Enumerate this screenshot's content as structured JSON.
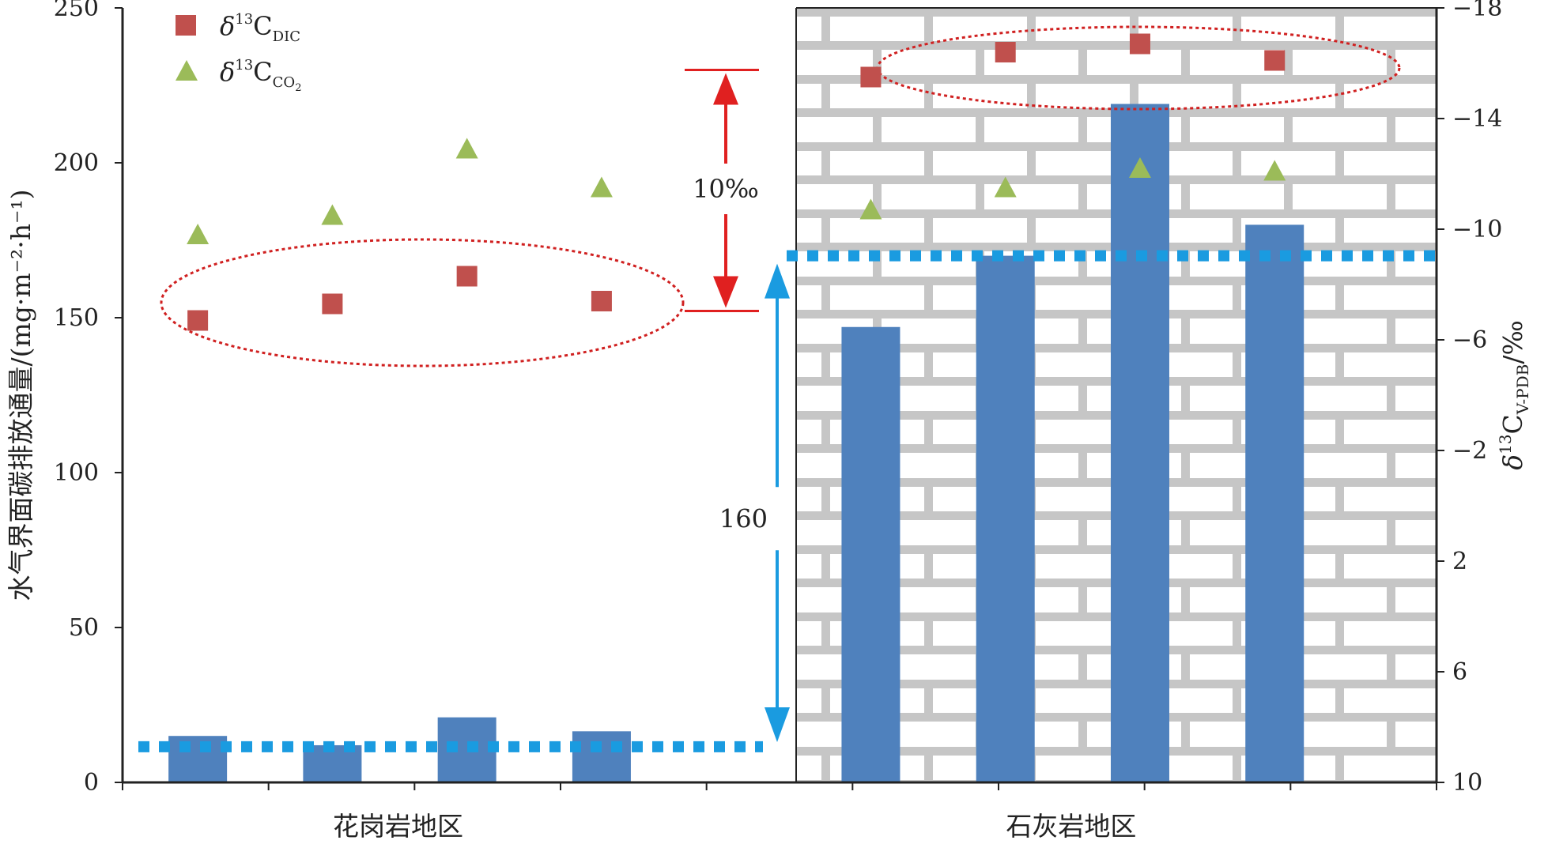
{
  "chart_data": {
    "type": "bar",
    "categories": [
      "花岗岩地区",
      "石灰岩地区"
    ],
    "groups": [
      {
        "name": "花岗岩地区",
        "positions": [
          1,
          2,
          3,
          4
        ]
      },
      {
        "name": "石灰岩地区",
        "positions": [
          6,
          7,
          8,
          9
        ]
      }
    ],
    "left_axis": {
      "label": "水气界面碳排放通量/(mg·m⁻²·h⁻¹)",
      "ylim": [
        0,
        250
      ],
      "ticks": [
        0,
        50,
        100,
        150,
        200,
        250
      ]
    },
    "right_axis": {
      "label_main": "δ",
      "label_sup": "13",
      "label_rest": "C",
      "label_sub": "V-PDB",
      "label_tail": "/‰",
      "ylim": [
        10,
        -18
      ],
      "inverted": true,
      "ticks": [
        10,
        6,
        2,
        -2,
        -6,
        -10,
        -14,
        -18
      ],
      "tick_labels": [
        "10",
        "6",
        "2",
        "−2",
        "−6",
        "−10",
        "−14",
        "−18"
      ]
    },
    "series": [
      {
        "name": "flux",
        "axis": "left",
        "kind": "bar",
        "color": "#4f81bd",
        "x": [
          1,
          2,
          3,
          4,
          6,
          7,
          8,
          9
        ],
        "values": [
          15,
          12,
          21,
          16.5,
          147,
          170,
          219,
          180
        ]
      },
      {
        "name": "δ13C DIC",
        "axis": "right",
        "kind": "square",
        "color": "#c0504d",
        "x": [
          1,
          2,
          3,
          4,
          6,
          7,
          8,
          9
        ],
        "values": [
          -6.7,
          -7.3,
          -8.3,
          -7.4,
          -15.5,
          -16.4,
          -16.7,
          -16.1
        ]
      },
      {
        "name": "δ13C CO2",
        "axis": "right",
        "kind": "triangle",
        "color": "#9bbb59",
        "x": [
          1,
          2,
          3,
          4,
          6,
          7,
          8,
          9
        ],
        "values": [
          -9.8,
          -10.5,
          -12.9,
          -11.5,
          -10.7,
          -11.5,
          -12.2,
          -12.1
        ]
      }
    ],
    "legend": {
      "position": "top-left",
      "items": [
        {
          "main": "δ",
          "sup": "13",
          "base": "C",
          "sub": "DIC",
          "color": "#c0504d",
          "marker": "square"
        },
        {
          "main": "δ",
          "sup": "13",
          "base": "C",
          "sub": "CO",
          "sub2": "2",
          "color": "#9bbb59",
          "marker": "triangle"
        }
      ]
    },
    "annotations": {
      "diff_isotope": {
        "text": "10‰",
        "from": -16.7,
        "to": -7.1,
        "color": "#e02020"
      },
      "diff_flux": {
        "text": "160",
        "from": 12,
        "to": 170,
        "color": "#1a9be0"
      },
      "baseline_granite": 11.5,
      "baseline_limestone": 170
    },
    "background_pattern": {
      "region": "石灰岩地区",
      "pattern": "brick",
      "color": "#c6c6c6"
    }
  }
}
